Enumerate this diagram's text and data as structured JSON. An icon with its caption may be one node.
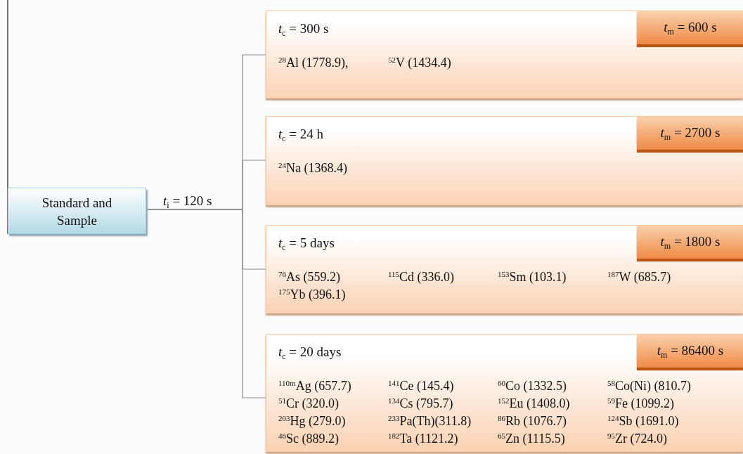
{
  "diagram": {
    "nodes": [
      {
        "text": [
          "Standard and Sample"
        ]
      },
      {
        "text": [
          "*t*$_{c}$ = 300 s",
          "$^{28}$Al (1778.9),",
          "$^{52}$V (1434.4)"
        ]
      },
      {
        "text": [
          "*t*$_{m}$ = 600 s"
        ],
        "in": 1
      },
      {
        "text": [
          "*t*$_{c}$ = 24 h",
          "$^{24}$Na (1368.4)"
        ]
      },
      {
        "text": [
          "*t*$_{m}$ = 2700 s"
        ],
        "in": 3
      },
      {
        "text": [
          "*t*$_{c}$ = 5 days",
          "$^{76}$As (559.2)",
          "$^{115}$Cd (336.0)",
          "$^{153}$Sm (103.1)",
          "$^{187}$W (685.7)",
          "$^{175}$Yb (396.1)"
        ]
      },
      {
        "text": [
          "*t*$_{m}$ = 1800 s"
        ],
        "in": 5
      },
      {
        "text": [
          "*t*$_{c}$ = 20 days",
          "$^{110m}$Ag (657.7)",
          "$^{141}$Ce (145.4)",
          "$^{60}$Co (1332.5)",
          "$^{58}$Co(Ni) (810.7)",
          "$^{51}$Cr (320.0)",
          "$^{134}$Cs (795.7)",
          "$^{152}$Eu (1408.0)",
          "$^{59}$Fe (1099.2)",
          "$^{203}$Hg (279.0)",
          "$^{233}$Pa(Th)(311.8)",
          "$^{86}$Rb (1076.7)",
          "$^{124}$Sb (1691.0)",
          "$^{46}$Sc (889.2)",
          "$^{182}$Ta (1121.2)",
          "$^{65}$Zn (1115.5)",
          "$^{95}$Zr (724.0)"
        ]
      },
      {
        "text": [
          "*t*$_{m}$ = 86400 s"
        ],
        "in": 7
      }
    ],
    "edges": [
      {
        "from": 0,
        "to": 1,
        "arrow": "none",
        "label": "*t*$_{i}$ = 120 s"
      },
      {
        "from": 0,
        "to": 3,
        "arrow": "none"
      },
      {
        "from": 0,
        "to": 5,
        "arrow": "none"
      },
      {
        "from": 0,
        "to": 7,
        "arrow": "none"
      }
    ]
  }
}
